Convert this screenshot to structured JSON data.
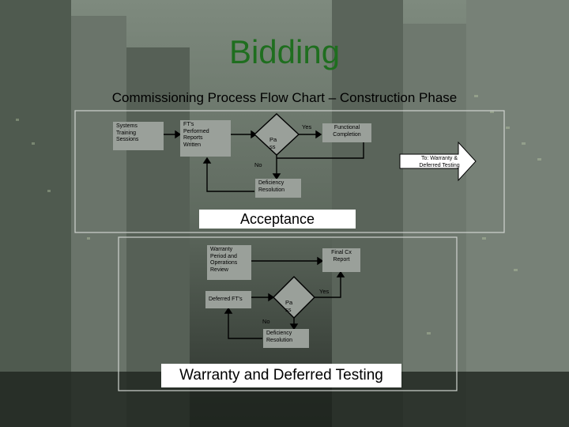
{
  "title": "Bidding",
  "subtitle": "Commissioning Process Flow Chart – Construction Phase",
  "construction": {
    "systems_training": [
      "Systems",
      "Training",
      "Sessions"
    ],
    "fpt_performed": [
      "FT's",
      "Performed",
      "Reports",
      "Written"
    ],
    "pass": [
      "Pa",
      "ss"
    ],
    "yes": "Yes",
    "no": "No",
    "functional_completion": [
      "Functional",
      "Completion"
    ],
    "to_warranty": [
      "To: Warranty &",
      "Deferred Testing"
    ],
    "deficiency": [
      "Deficiency",
      "Resolution"
    ],
    "banner": "Acceptance"
  },
  "warranty": {
    "warranty_review": [
      "Warranty",
      "Period and",
      "Operations",
      "Review"
    ],
    "final_report": [
      "Final Cx",
      "Report"
    ],
    "deferred": "Deferred FT's",
    "pass": [
      "Pa",
      "ss"
    ],
    "yes": "Yes",
    "no": "No",
    "deficiency": [
      "Deficiency",
      "Resolution"
    ],
    "banner": "Warranty and Deferred Testing"
  }
}
